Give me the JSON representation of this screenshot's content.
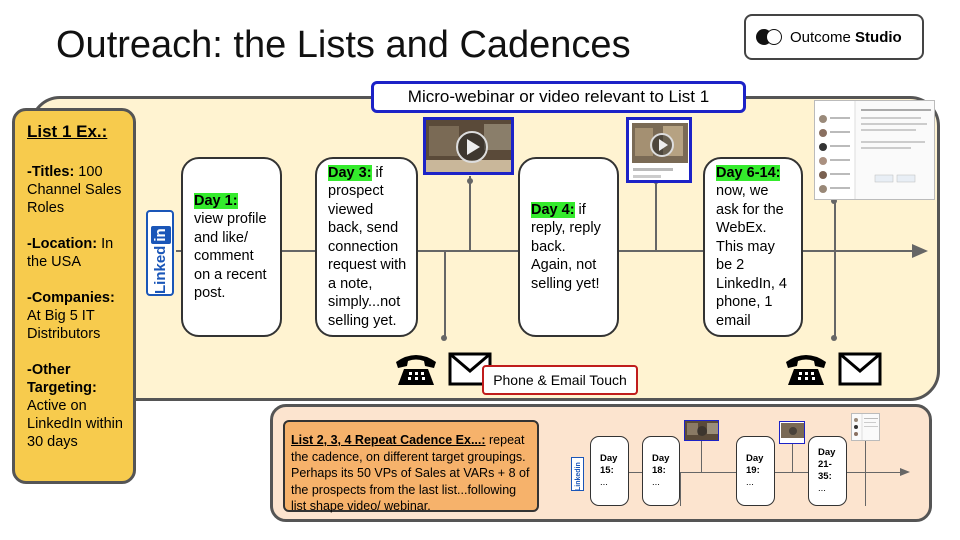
{
  "slide": {
    "title": "Outreach: the Lists and Cadences"
  },
  "logo": {
    "text_regular": "Outcome ",
    "text_bold": "Studio"
  },
  "list1": {
    "heading": "List 1 Ex.:",
    "items": [
      {
        "label": "-Titles:",
        "value": " 100 Channel Sales Roles"
      },
      {
        "label": "-Location:",
        "value": " In the USA"
      },
      {
        "label": "-Companies:",
        "value": " At Big 5 IT Distributors"
      },
      {
        "label": "-Other Targeting:",
        "value": " Active on LinkedIn within 30 days"
      }
    ]
  },
  "webinar_label": "Micro-webinar or video relevant to List 1",
  "linkedin_label": "Linked",
  "linkedin_badge": "in",
  "cards": [
    {
      "day": "Day 1:",
      "text": "view profile and like/ comment on a recent post."
    },
    {
      "day": "Day 3:",
      "text": " if prospect viewed back, send connection request with a note, simply...not selling yet."
    },
    {
      "day": "Day 4:",
      "text": " if reply, reply back. Again, not selling yet!"
    },
    {
      "day": "Day 6-14:",
      "text": " now, we ask for the WebEx. This may be 2 LinkedIn, 4 phone, 1 email"
    }
  ],
  "touch_label": "Phone & Email Touch",
  "repeat": {
    "heading": "List 2, 3, 4 Repeat Cadence Ex...:",
    "text": " repeat the cadence, on different target groupings. Perhaps its 50 VPs of Sales at VARs + 8 of the prospects from the last list...following list shape video/ webinar."
  },
  "mini_cards": [
    {
      "day": "Day 15:",
      "text": "..."
    },
    {
      "day": "Day 18:",
      "text": "..."
    },
    {
      "day": "Day 19:",
      "text": "..."
    },
    {
      "day": "Day 21-35:",
      "text": "..."
    }
  ],
  "colors": {
    "panel": "#fff3d1",
    "list_box": "#f7cb4d",
    "highlight": "#34eb2c",
    "blue_border": "#1c22c7",
    "red_border": "#c01c1c",
    "repeat_box": "#f6b26b",
    "panel2": "#fce4cf"
  },
  "icons": [
    "linkedin-icon",
    "phone-icon",
    "email-icon",
    "video-thumbnail",
    "chat-screenshot"
  ]
}
